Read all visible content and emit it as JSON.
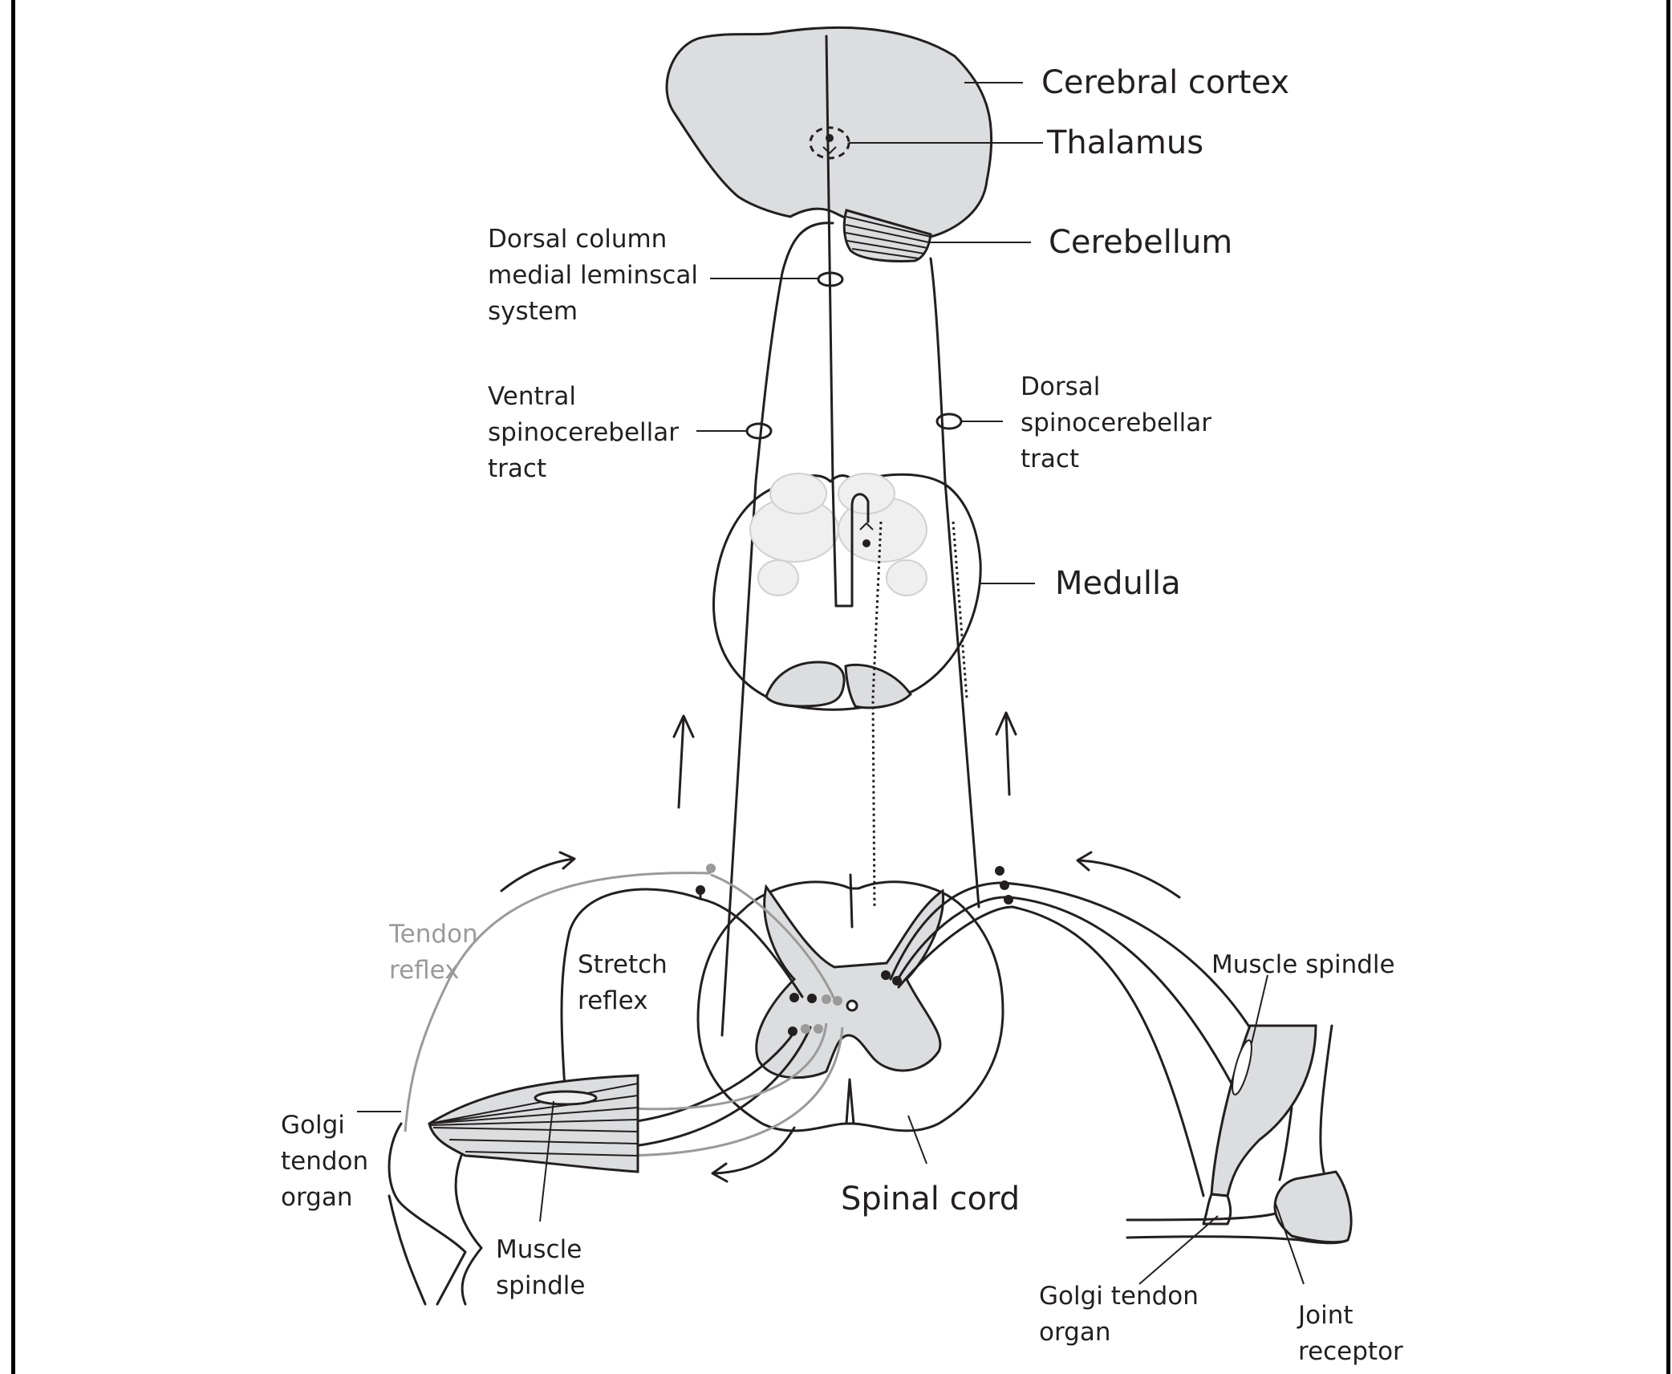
{
  "diagram": {
    "title_regions": {
      "cerebral_cortex": "Cerebral cortex",
      "thalamus": "Thalamus",
      "cerebellum": "Cerebellum",
      "medulla": "Medulla",
      "spinal_cord": "Spinal cord"
    },
    "tracts": {
      "dorsal_column": "Dorsal column\nmedial leminscal\nsystem",
      "ventral_spinocerebellar": "Ventral\nspinocerebellar\ntract",
      "dorsal_spinocerebellar": "Dorsal\nspinocerebellar\ntract"
    },
    "reflexes": {
      "tendon_reflex": "Tendon\nreflex",
      "stretch_reflex": "Stretch\nreflex"
    },
    "receptors_left": {
      "golgi_tendon_organ": "Golgi\ntendon\norgan",
      "muscle_spindle": "Muscle\nspindle"
    },
    "receptors_right": {
      "muscle_spindle": "Muscle spindle",
      "golgi_tendon_organ": "Golgi tendon\norgan",
      "joint_receptor": "Joint\nreceptor"
    },
    "colors": {
      "line": "#231f20",
      "tissue_fill": "#dcdddf",
      "tendon_reflex_gray": "#9a9a9a",
      "background": "#ffffff"
    }
  }
}
